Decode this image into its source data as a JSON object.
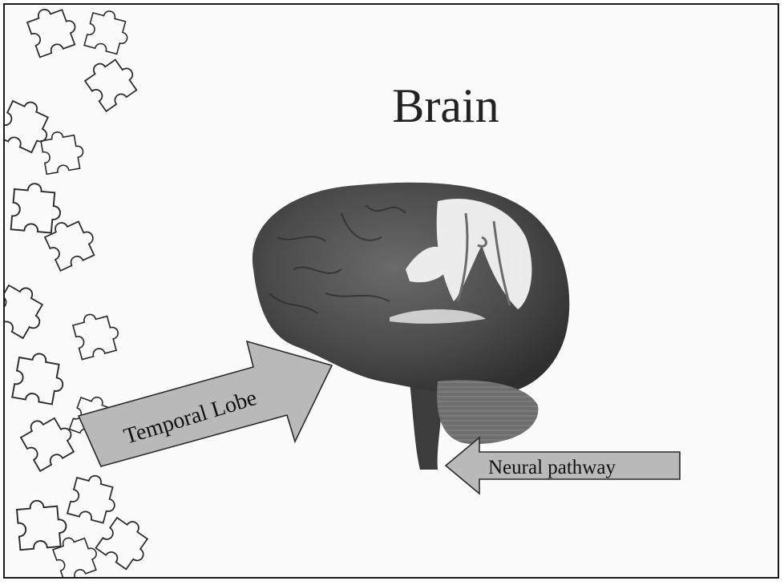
{
  "slide": {
    "title": "Brain",
    "labels": {
      "temporal_lobe": "Temporal Lobe",
      "neural_pathway": "Neural pathway"
    },
    "decoration": "puzzle-pieces",
    "colors": {
      "background": "#fbfbfb",
      "arrow_fill": "#b9b9b9",
      "brain_dark": "#4a4a4a",
      "brain_highlight": "#f2f2f2"
    }
  }
}
